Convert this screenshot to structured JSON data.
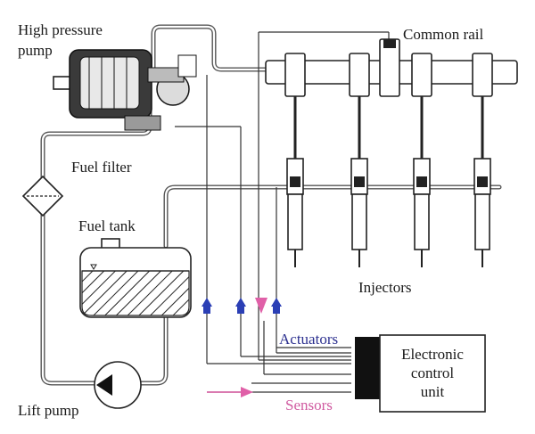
{
  "labels": {
    "high_pressure_pump_line1": "High pressure",
    "high_pressure_pump_line2": "pump",
    "common_rail": "Common rail",
    "fuel_filter": "Fuel filter",
    "fuel_tank": "Fuel tank",
    "injectors": "Injectors",
    "actuators": "Actuators",
    "ecu_line1": "Electronic",
    "ecu_line2": "control",
    "ecu_line3": "unit",
    "lift_pump": "Lift pump",
    "sensors": "Sensors"
  },
  "colors": {
    "actuator": "#2b3fb5",
    "sensor": "#e060a8",
    "line": "#222222"
  },
  "injector_count": 4
}
